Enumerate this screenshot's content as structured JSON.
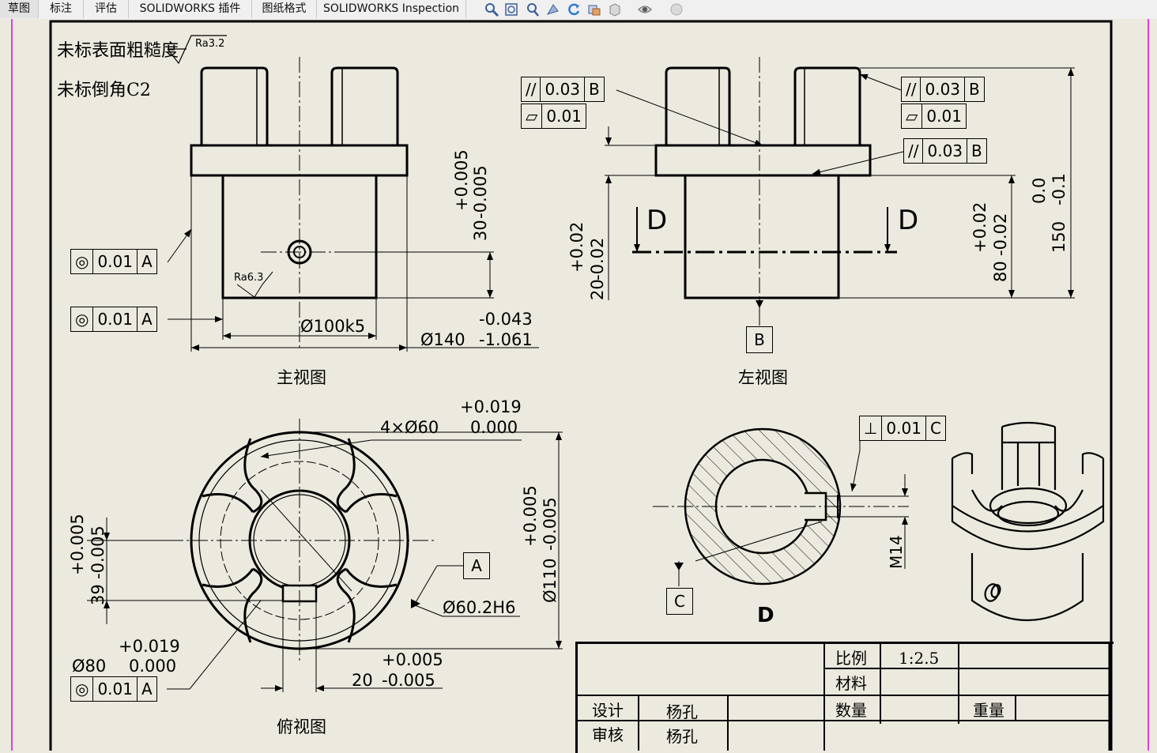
{
  "tabs": [
    "草图",
    "标注",
    "评估",
    "SOLIDWORKS 插件",
    "图纸格式",
    "SOLIDWORKS Inspection"
  ],
  "toolbar_icons": [
    "zoom-to-fit-icon",
    "zoom-area-icon",
    "zoom-in-out-icon",
    "pan-icon",
    "rotate-icon",
    "display-style-icon",
    "view-orientation-icon",
    "hide-show-icon",
    "appearance-icon"
  ],
  "notes": {
    "surface_finish_label": "未标表面粗糙度",
    "surface_finish_value": "Ra3.2",
    "chamfer_label": "未标倒角C2"
  },
  "front_view": {
    "title": "主视图",
    "ra": "Ra6.3",
    "fcf1": {
      "symbol": "◎",
      "tol": "0.01",
      "datum": "A"
    },
    "fcf2": {
      "symbol": "◎",
      "tol": "0.01",
      "datum": "A"
    },
    "dia100": "Ø100k5",
    "dia140": "Ø140",
    "dia140_upper": "-0.043",
    "dia140_lower": "-1.061",
    "h30": "30",
    "h30_upper": "+0.005",
    "h30_lower": "-0.005"
  },
  "left_view": {
    "title": "左视图",
    "fcf_left_a": {
      "symbol": "//",
      "tol": "0.03",
      "datum": "B"
    },
    "fcf_left_b": {
      "symbol": "▱",
      "tol": "0.01"
    },
    "fcf_right_a": {
      "symbol": "//",
      "tol": "0.03",
      "datum": "B"
    },
    "fcf_right_b": {
      "symbol": "▱",
      "tol": "0.01"
    },
    "fcf_right_c": {
      "symbol": "//",
      "tol": "0.03",
      "datum": "B"
    },
    "section_label": "D",
    "datum_b": "B",
    "h20": "20",
    "h20_upper": "+0.02",
    "h20_lower": "-0.02",
    "h80": "80",
    "h80_upper": "+0.02",
    "h80_lower": "-0.02",
    "h150": "150",
    "h150_upper": "0.0",
    "h150_lower": "-0.1"
  },
  "top_view": {
    "title": "俯视图",
    "holes": "4×Ø60",
    "holes_upper": "+0.019",
    "holes_lower": "0.000",
    "dia110": "Ø110",
    "dia110_upper": "+0.005",
    "dia110_lower": "-0.005",
    "h39": "39",
    "h39_upper": "+0.005",
    "h39_lower": "-0.005",
    "datum_a": "A",
    "bore": "Ø60.2H6",
    "dia80": "Ø80",
    "dia80_upper": "+0.019",
    "dia80_lower": "0.000",
    "w20": "20",
    "w20_upper": "+0.005",
    "w20_lower": "-0.005",
    "fcf": {
      "symbol": "◎",
      "tol": "0.01",
      "datum": "A"
    }
  },
  "section_view": {
    "title": "D",
    "fcf": {
      "symbol": "⊥",
      "tol": "0.01",
      "datum": "C"
    },
    "datum_c": "C",
    "thread": "M14"
  },
  "title_block": {
    "scale_label": "比例",
    "scale_value": "1:2.5",
    "material_label": "材料",
    "quantity_label": "数量",
    "weight_label": "重量",
    "design_label": "设计",
    "designer": "杨孔",
    "review_label": "审核",
    "reviewer": "杨孔"
  }
}
